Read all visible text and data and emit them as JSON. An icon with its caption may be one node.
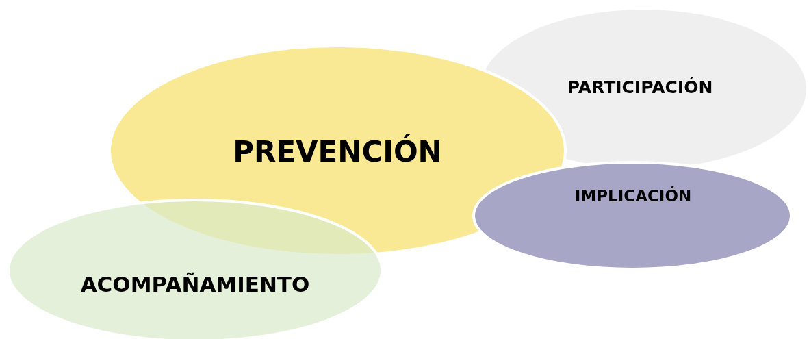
{
  "diagram": {
    "nodes": [
      {
        "text": [
          "PARTICIPACIÓN"
        ]
      },
      {
        "text": [
          "PREVENCIÓN"
        ]
      },
      {
        "text": [
          "IMPLICACIÓN"
        ]
      },
      {
        "text": [
          "ACOMPAÑAMIENTO"
        ]
      }
    ],
    "edges": []
  }
}
